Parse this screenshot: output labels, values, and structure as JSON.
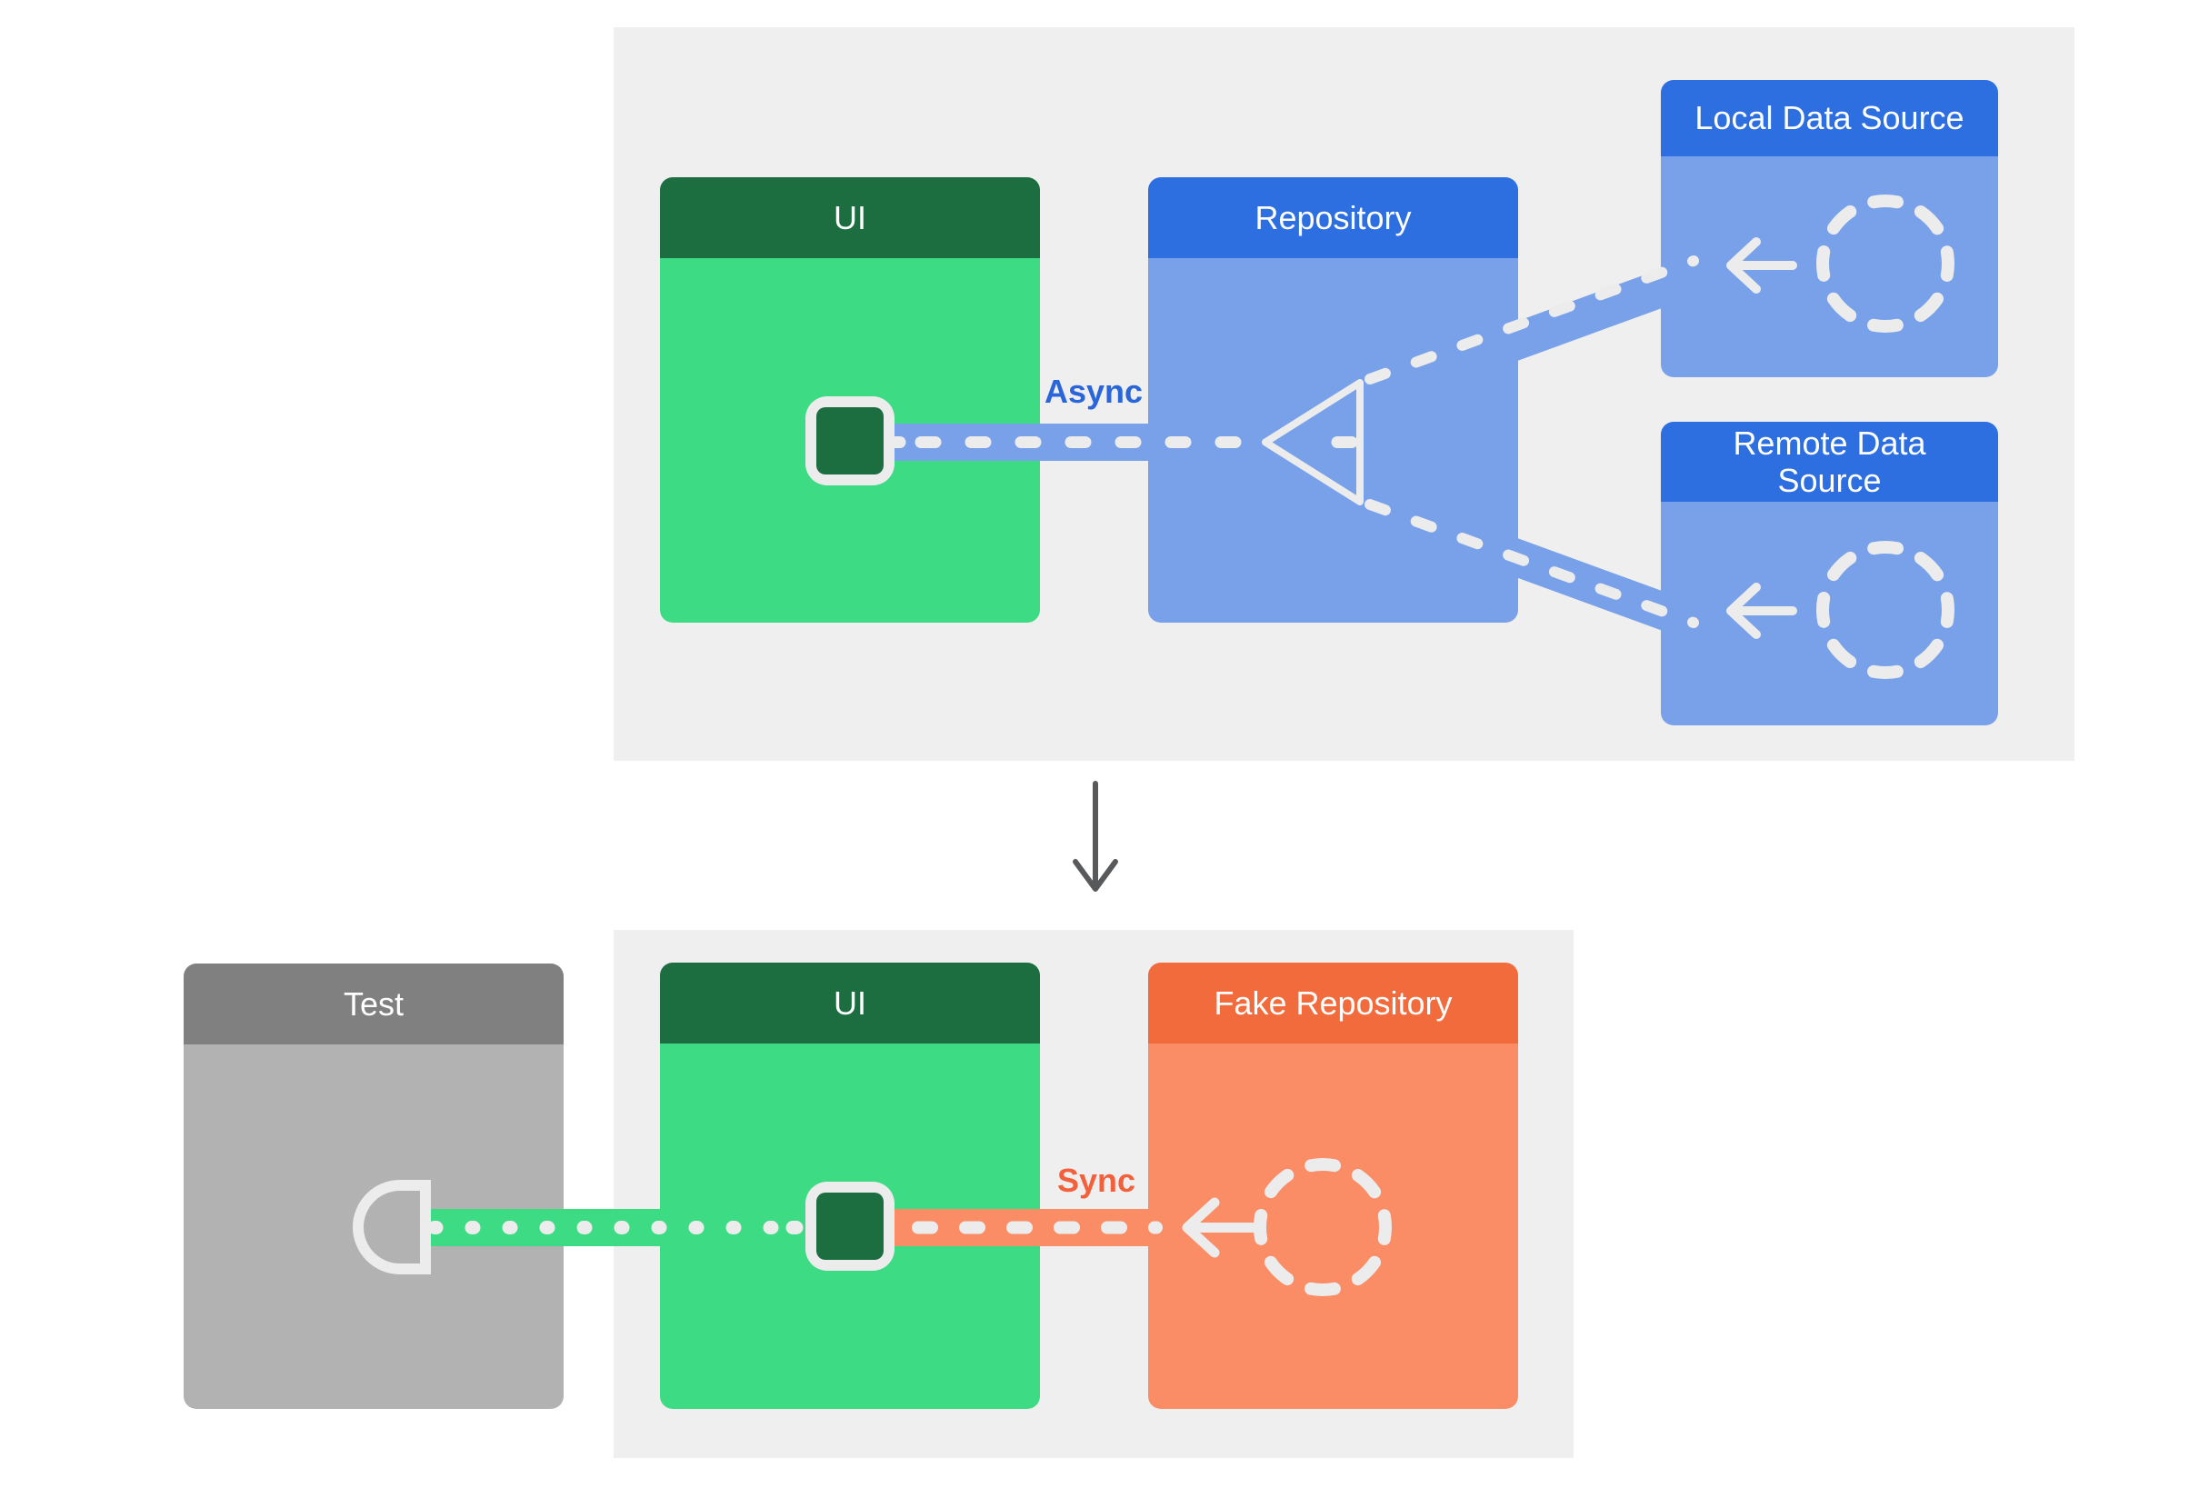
{
  "colors": {
    "background": "#ffffff",
    "panel": "#efefef",
    "android_green": "#3ddc84",
    "green_dark": "#1c6e41",
    "blue_header": "#2d6fe0",
    "blue_light": "#78a1ea",
    "orange_header": "#f16b3c",
    "orange_light": "#fa8c66",
    "gray_header": "#808080",
    "gray_light": "#b2b2b2",
    "stroke_white": "#ececec",
    "down_arrow": "#58595b",
    "async_text": "#2a66da",
    "sync_text": "#f3603c"
  },
  "production": {
    "ui_box": {
      "title": "UI"
    },
    "repository_box": {
      "title": "Repository"
    },
    "local_data_source_box": {
      "title": "Local Data Source"
    },
    "remote_data_source_box": {
      "title": "Remote Data Source"
    },
    "async_label": "Async"
  },
  "testing": {
    "test_box": {
      "title": "Test"
    },
    "ui_box": {
      "title": "UI"
    },
    "fake_repository_box": {
      "title": "Fake Repository"
    },
    "sync_label": "Sync"
  }
}
